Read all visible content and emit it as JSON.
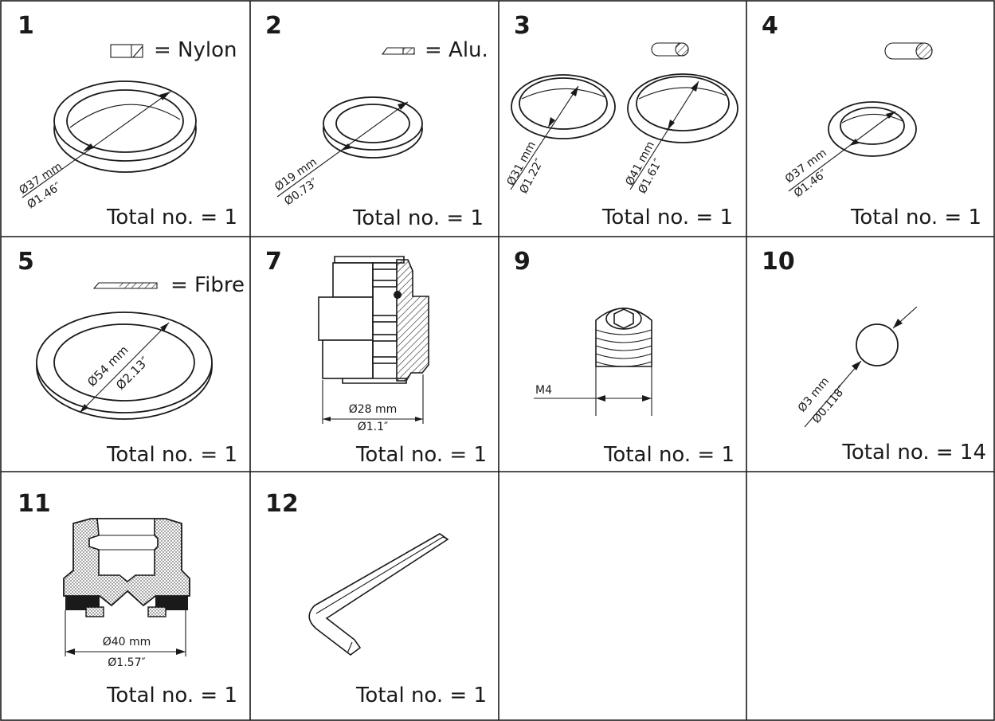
{
  "cells": [
    {
      "number": "1",
      "material": "= Nylon",
      "dims": [
        "Ø37 mm",
        "Ø1.46″"
      ],
      "total": "Total no. = 1"
    },
    {
      "number": "2",
      "material": "= Alu.",
      "dims": [
        "Ø19 mm",
        "Ø0.73″"
      ],
      "total": "Total no. = 1"
    },
    {
      "number": "3",
      "dims_a": [
        "Ø31 mm",
        "Ø1.22″"
      ],
      "dims_b": [
        "Ø41 mm",
        "Ø1.61″"
      ],
      "total": "Total no. = 1"
    },
    {
      "number": "4",
      "dims": [
        "Ø37 mm",
        "Ø1.46″"
      ],
      "total": "Total no. = 1"
    },
    {
      "number": "5",
      "material": "= Fibre",
      "dims": [
        "Ø54 mm",
        "Ø2.13″"
      ],
      "total": "Total no. = 1"
    },
    {
      "number": "7",
      "dims": [
        "Ø28 mm",
        "Ø1.1″"
      ],
      "total": "Total no. = 1"
    },
    {
      "number": "9",
      "thread": "M4",
      "total": "Total no. = 1"
    },
    {
      "number": "10",
      "dims": [
        "Ø3 mm",
        "Ø0.118″"
      ],
      "total": "Total no. = 14"
    },
    {
      "number": "11",
      "dims": [
        "Ø40 mm",
        "Ø1.57″"
      ],
      "total": "Total no. = 1"
    },
    {
      "number": "12",
      "total": "Total no. = 1"
    }
  ]
}
